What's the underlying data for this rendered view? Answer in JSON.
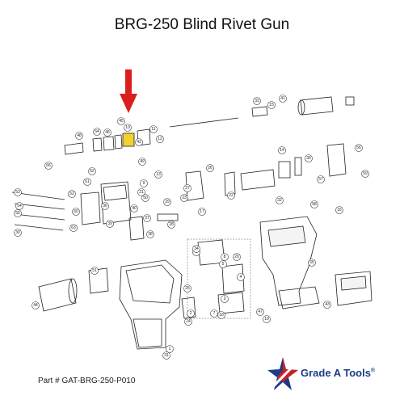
{
  "title": "BRG-250 Blind Rivet Gun",
  "part_number": "Part #  GAT-BRG-250-P010",
  "logo": {
    "text": "Grade A Tools",
    "trademark": "®",
    "colors": [
      "#c62127",
      "#1d3b8a"
    ]
  },
  "highlight": {
    "label": "10",
    "color": "#f2d230",
    "arrow_color": "#d9201d"
  },
  "callouts": [
    "1",
    "2",
    "3",
    "4",
    "5",
    "6",
    "7",
    "8",
    "9",
    "10",
    "11",
    "12",
    "13",
    "14",
    "15",
    "16",
    "17",
    "18",
    "19",
    "20",
    "21",
    "22",
    "23",
    "24",
    "25",
    "26",
    "27",
    "28",
    "29",
    "30",
    "31",
    "32",
    "33",
    "34",
    "35",
    "36",
    "37",
    "38",
    "39",
    "40",
    "41",
    "42",
    "43",
    "44",
    "45",
    "46",
    "47",
    "48",
    "49",
    "50",
    "51",
    "52",
    "53",
    "54",
    "55",
    "56",
    "57",
    "58",
    "59",
    "60",
    "61",
    "62",
    "63",
    "64",
    "65",
    "66"
  ]
}
